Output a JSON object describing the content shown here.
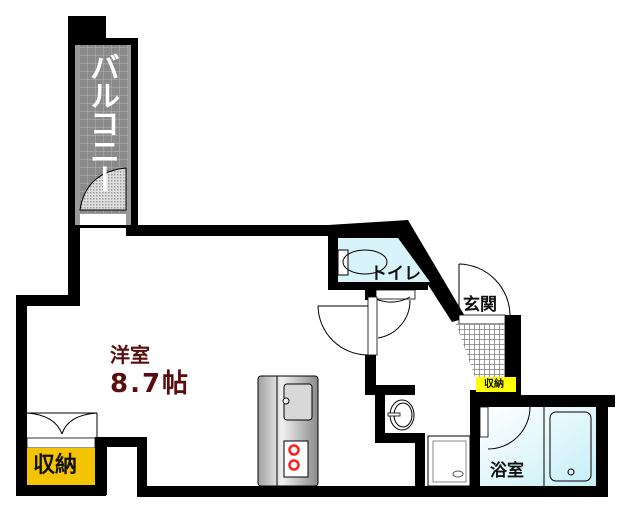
{
  "floorplan": {
    "rooms": {
      "western_room": {
        "label": "洋室",
        "area": "8.7帖"
      },
      "balcony": {
        "label": "バルコニー"
      },
      "toilet": {
        "label": "トイレ"
      },
      "entrance": {
        "label": "玄関"
      },
      "bathroom": {
        "label": "浴室"
      },
      "storage_main": {
        "label": "収納"
      },
      "storage_entrance": {
        "label": "収納"
      }
    },
    "fixtures": [
      "kitchen-sink",
      "two-burner-stove",
      "toilet",
      "wash-basin",
      "washing-machine-pan",
      "bathtub"
    ],
    "colors": {
      "wall": "#000000",
      "balcony_fill": "#808080",
      "storage_label_bg": "#f5c400",
      "storage_small_bg": "#ffff00",
      "wet_area_fill": "#d8f4fa",
      "room_text": "#5a0d0d",
      "burner": "#ff2020"
    }
  }
}
